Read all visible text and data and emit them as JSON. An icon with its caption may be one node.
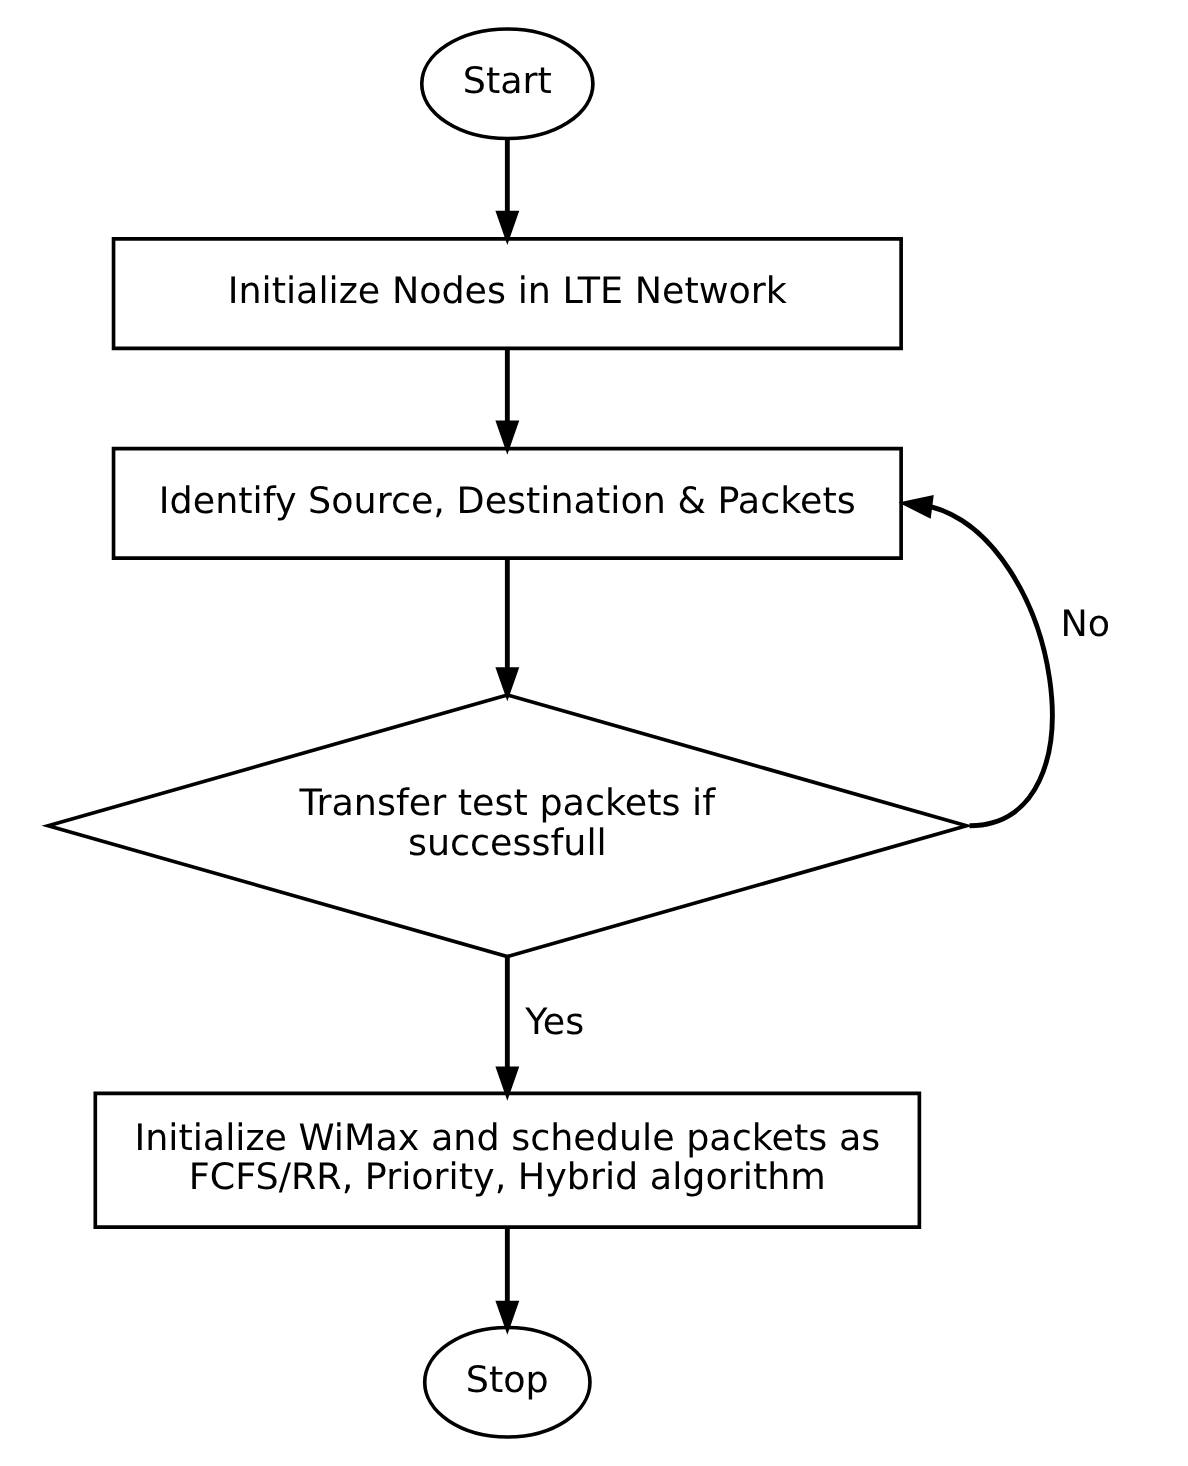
{
  "diagram": {
    "nodes": [
      {
        "text": [
          "Start"
        ]
      },
      {
        "text": [
          "Initialize Nodes in LTE Network"
        ]
      },
      {
        "text": [
          "Identify Source, Destination & Packets"
        ]
      },
      {
        "text": [
          "Transfer test packets if successfull"
        ]
      },
      {
        "text": [
          "Initialize WiMax and schedule packets as FCFS/RR, Priority, Hybrid algorithm"
        ]
      },
      {
        "text": [
          "Stop"
        ]
      }
    ],
    "edges": [
      {
        "from": 0,
        "to": 1,
        "arrow": "to"
      },
      {
        "from": 1,
        "to": 2,
        "arrow": "to"
      },
      {
        "from": 2,
        "to": 3,
        "arrow": "to"
      },
      {
        "from": 3,
        "to": 4,
        "arrow": "to",
        "label": "Yes"
      },
      {
        "from": 3,
        "to": 2,
        "arrow": "to",
        "label": "No"
      },
      {
        "from": 4,
        "to": 5,
        "arrow": "to"
      }
    ]
  }
}
